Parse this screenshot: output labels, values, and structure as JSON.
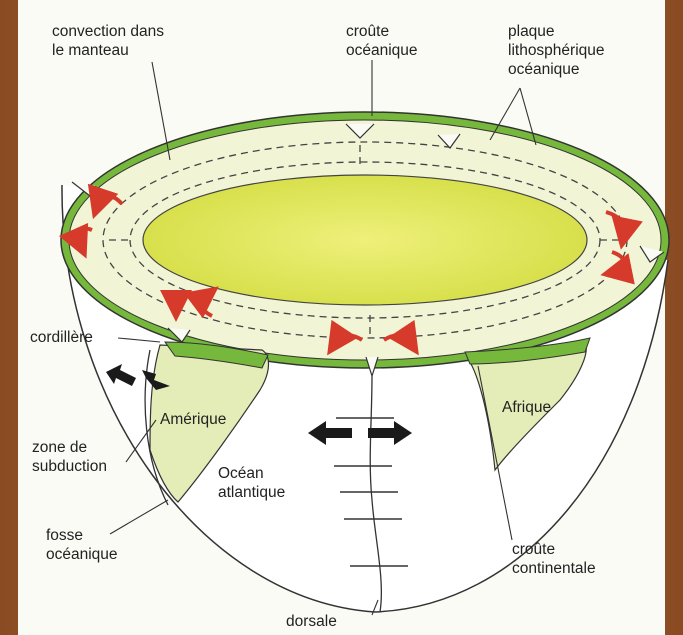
{
  "labels": {
    "convection": "convection dans\nle manteau",
    "croute_oceanique": "croûte\nocéanique",
    "plaque": "plaque\nlithosphérique\nocéanique",
    "cordillere": "cordillère",
    "amerique": "Amérique",
    "afrique": "Afrique",
    "zone_subduction": "zone de\nsubduction",
    "ocean": "Océan\natlantique",
    "fosse": "fosse\nocéanique",
    "croute_continentale": "croûte\ncontinentale",
    "dorsale": "dorsale"
  },
  "colors": {
    "core": "#e0e65a",
    "mantle": "#f2f4d6",
    "crust": "#76b83c",
    "arrow": "#d63a2a",
    "frame": "#a85f32"
  }
}
